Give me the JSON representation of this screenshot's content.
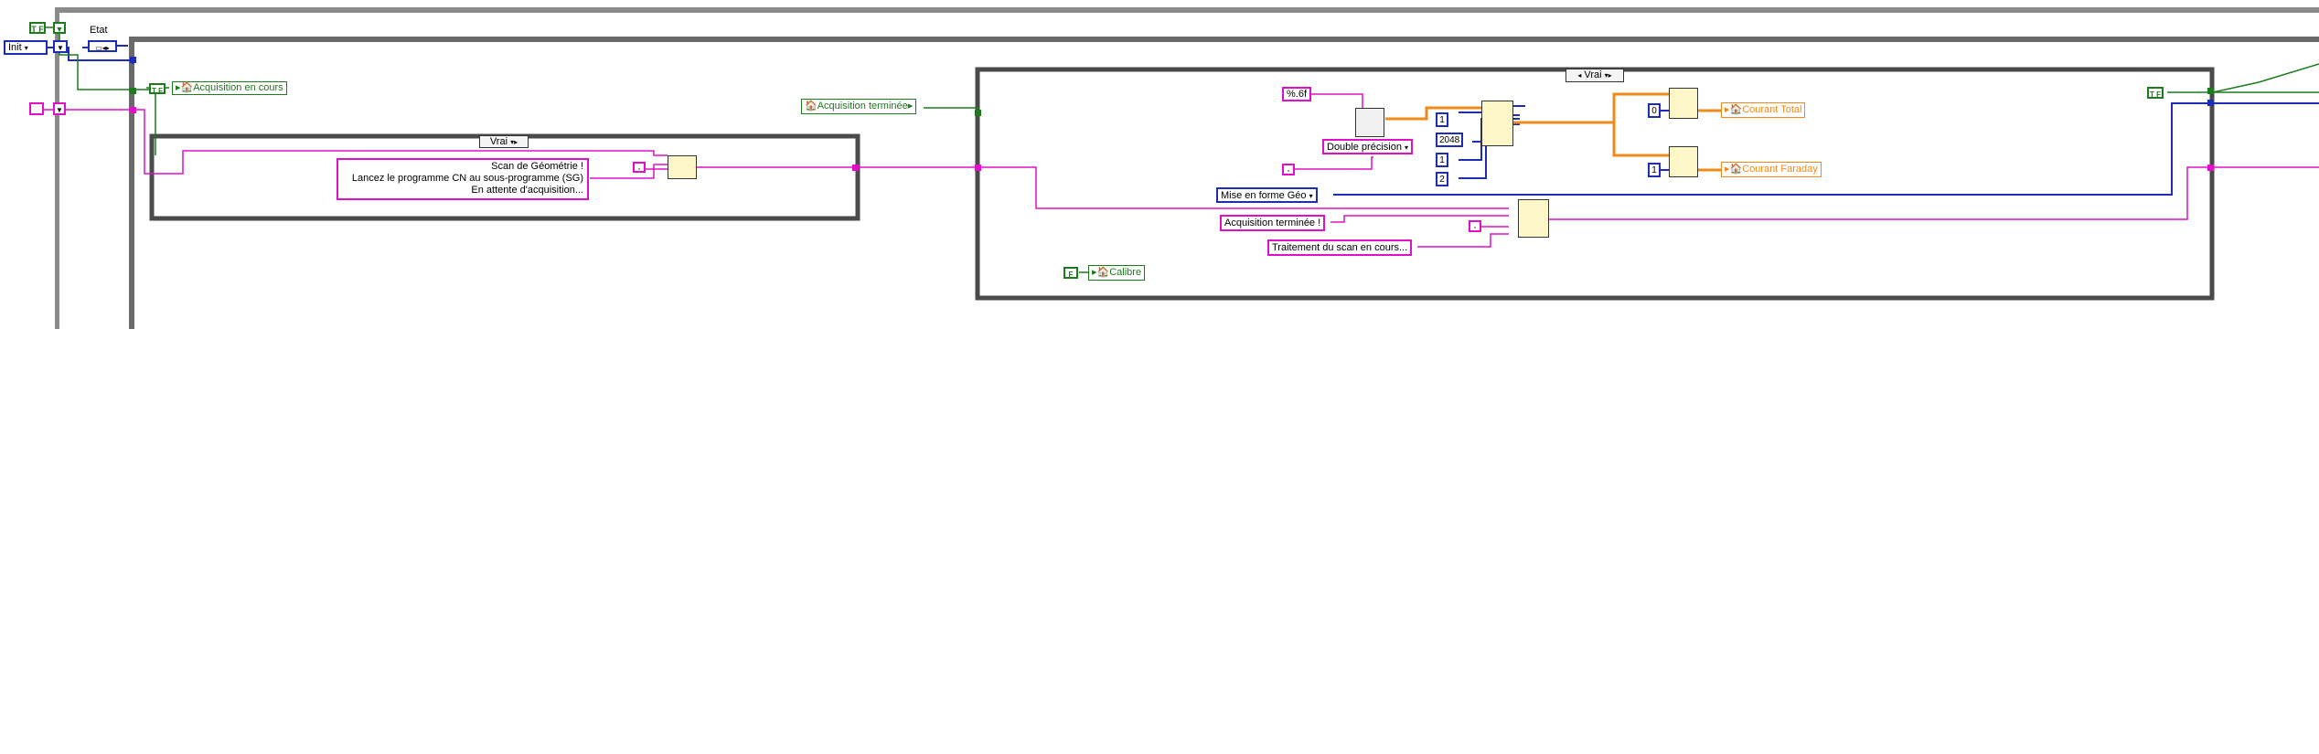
{
  "diagram": {
    "state_label": "Etat",
    "init_enum": "Init",
    "local_acq_en_cours": "Acquisition en cours",
    "local_acq_terminee": "Acquisition terminée",
    "outer_case_selector": "Vrai",
    "inner_case_selector": "Vrai",
    "message_lines": [
      "Scan de Géométrie !",
      "Lancez le programme CN au sous-programme (SG)",
      "En attente d'acquisition..."
    ],
    "format_string": "%.6f",
    "double_precision": "Double précision",
    "const_1a": "1",
    "const_2048": "2048",
    "const_1b": "1",
    "const_2": "2",
    "const_0": "0",
    "const_1c": "1",
    "local_courant_total": "Courant Total",
    "local_courant_faraday": "Courant Faraday",
    "mise_en_forme": "Mise en forme Géo",
    "acq_terminee_const": "Acquisition terminée !",
    "traitement_scan": "Traitement du scan en cours...",
    "local_calibre": "Calibre",
    "bool_true_label": "T F",
    "bool_f_label": "F"
  },
  "colors": {
    "string_wire": "#e010c8",
    "enum_wire": "#1d2db5",
    "bool_wire": "#1d7a1d",
    "array_wire": "#f08a1a",
    "frame": "#4a4a4a"
  }
}
